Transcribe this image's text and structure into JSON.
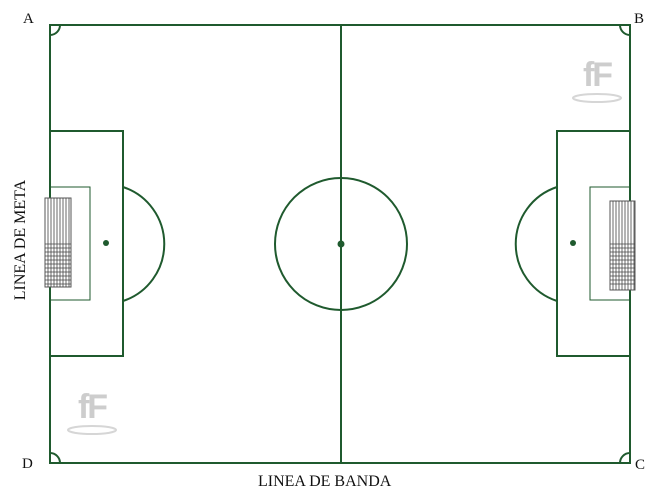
{
  "corners": {
    "a": "A",
    "b": "B",
    "c": "C",
    "d": "D"
  },
  "labels": {
    "goal_line": "LINEA DE META",
    "touch_line": "LINEA DE BANDA"
  },
  "watermark": {
    "text": "fF",
    "icon": "football-federation-logo"
  },
  "colors": {
    "field_line": "#1f5a2e",
    "background": "#ffffff",
    "goal_net": "#555555",
    "watermark": "#c8c8c8"
  }
}
